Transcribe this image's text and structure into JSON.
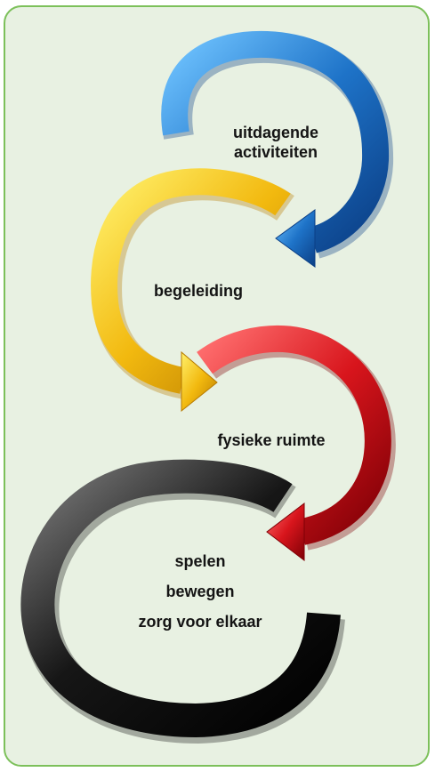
{
  "diagram": {
    "steps": [
      {
        "id": "blue",
        "color": "#1e73c8",
        "lines": [
          "uitdagende",
          "activiteiten"
        ]
      },
      {
        "id": "yellow",
        "color": "#f2b90f",
        "lines": [
          "begeleiding"
        ]
      },
      {
        "id": "red",
        "color": "#d8151c",
        "lines": [
          "fysieke ruimte"
        ]
      },
      {
        "id": "black",
        "color": "#141414",
        "lines": [
          "spelen",
          "bewegen",
          "zorg voor elkaar"
        ]
      }
    ]
  }
}
